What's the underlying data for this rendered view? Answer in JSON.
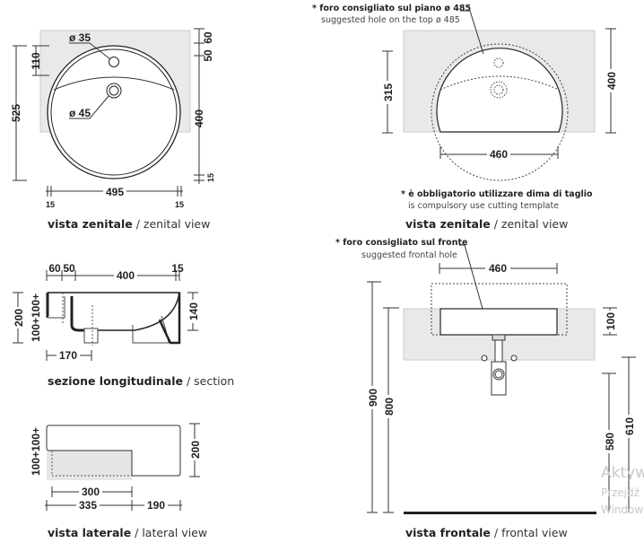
{
  "zenital_top": {
    "caption_bold": "vista zenitale",
    "caption_rest": " / zenital view",
    "hole_tap": "ø 35",
    "hole_drain": "ø 45",
    "dim_depth": "525",
    "dim_tap_offset": "110",
    "dim_50": "50",
    "dim_60": "60",
    "dim_400": "400",
    "dim_15_right": "15",
    "dim_width": "495",
    "dim_15_left": "15",
    "dim_15_bottom_right": "15"
  },
  "zenital_cut": {
    "note_bold": "* foro consigliato sul piano ø 485",
    "note": "suggested hole on the top ø 485",
    "dim_315": "315",
    "dim_400": "400",
    "dim_460": "460",
    "warning_bold": "* è obbligatorio utilizzare dima di taglio",
    "warning": "is compulsory use cutting template",
    "caption_bold": "vista zenitale",
    "caption_rest": " / zenital view"
  },
  "section": {
    "dim_60": "60",
    "dim_50": "50",
    "dim_400": "400",
    "dim_15": "15",
    "dim_200": "200",
    "dim_100_100": "100+100+",
    "dim_140": "140",
    "dim_170": "170",
    "caption_bold": "sezione longitudinale",
    "caption_rest": " / section"
  },
  "lateral": {
    "dim_100_100": "100+100+",
    "dim_200": "200",
    "dim_300": "300",
    "dim_335": "335",
    "dim_190": "190",
    "caption_bold": "vista laterale",
    "caption_rest": " / lateral view"
  },
  "frontal": {
    "note_bold": "* foro consigliato sul fronte",
    "note": "suggested frontal hole",
    "dim_460": "460",
    "dim_900": "900",
    "dim_800": "800",
    "dim_100": "100",
    "dim_580": "580",
    "dim_610": "610",
    "caption_bold": "vista frontale",
    "caption_rest": " / frontal view"
  },
  "watermark": [
    "Aktyw",
    "Przejdź",
    "Window"
  ]
}
